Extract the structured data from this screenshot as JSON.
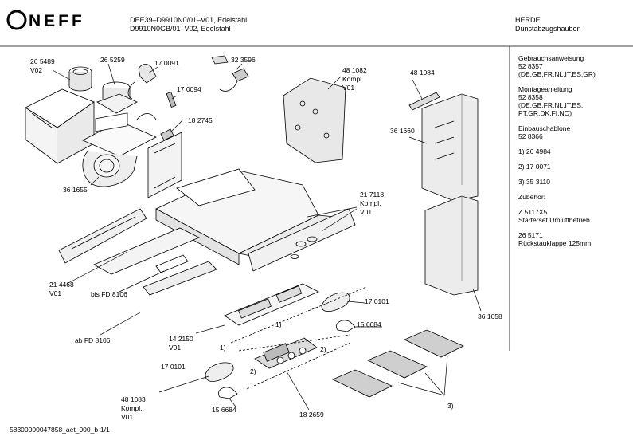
{
  "header": {
    "brand": "NEFF",
    "model_line_1": "DEE39–D9910N0/01–V01, Edelstahl",
    "model_line_2": "D9910N0GB/01–V02, Edelstahl",
    "category_1": "HERDE",
    "category_2": "Dunstabzugshauben"
  },
  "sidebar": {
    "blocks": [
      [
        "Gebrauchsanweisung",
        "52 8357",
        "(DE,GB,FR,NL,IT,ES,GR)"
      ],
      [
        "Montageanleitung",
        "52 8358",
        "(DE,GB,FR,NL,IT,ES,",
        "PT,GR,DK,FI,NO)"
      ],
      [
        "Einbauschablone",
        "52 8366"
      ],
      [
        "1)  26 4984"
      ],
      [
        "2)  17 0071"
      ],
      [
        "3)  35 3110"
      ],
      [
        "Zubehör:"
      ],
      [
        "Z 5117X5",
        "Starterset  Umluftbetrieb"
      ],
      [
        "26 5171",
        "Rückstauklappe 125mm"
      ]
    ]
  },
  "labels": {
    "p265489": "26 5489",
    "v02": "V02",
    "p265259": "26 5259",
    "p170091": "17 0091",
    "p323596": "32 3596",
    "p170094": "17 0094",
    "p182745": "18 2745",
    "p481082": "48 1082",
    "kompl_a": "Kompl.",
    "v01_a": "V01",
    "p481084": "48 1084",
    "p361660": "36 1660",
    "p361655": "36 1655",
    "p217118": "21 7118",
    "kompl_b": "Kompl.",
    "v01_b": "V01",
    "p214468": "21 4468",
    "v01_c": "V01",
    "bis_fd": "bis FD 8106",
    "ab_fd": "ab FD 8106",
    "p170101_a": "17 0101",
    "note1_a": "1)",
    "p156684_a": "15 6684",
    "p142150": "14 2150",
    "v01_d": "V01",
    "note1_b": "1)",
    "note2_a": "2)",
    "note2_b": "2)",
    "p170101_b": "17 0101",
    "p481083": "48 1083",
    "kompl_c": "Kompl.",
    "v01_e": "V01",
    "p156684_b": "15 6684",
    "p182659": "18 2659",
    "p361658": "36 1658",
    "note3": "3)"
  },
  "footer": {
    "doc_id": "58300000047858_aet_000_b-1/1"
  }
}
